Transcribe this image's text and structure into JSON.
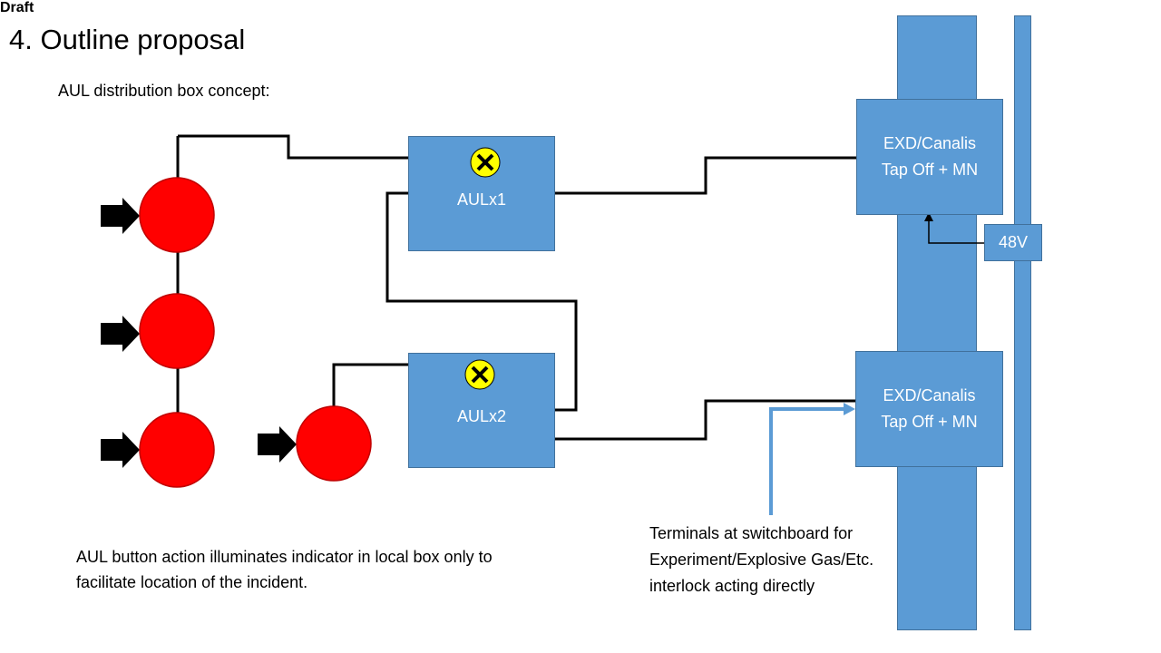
{
  "header": {
    "draft_label": "Draft",
    "title": "4. Outline proposal",
    "subtitle": "AUL distribution box concept:"
  },
  "boxes": {
    "aul1_label": "AULx1",
    "aul2_label": "AULx2",
    "tapoff_top_line1": "EXD/Canalis",
    "tapoff_top_line2": "Tap Off + MN",
    "tapoff_bottom_line1": "EXD/Canalis",
    "tapoff_bottom_line2": "Tap Off + MN",
    "supply_label": "48V"
  },
  "notes": {
    "button_action": "AUL button action illuminates indicator in local box only to facilitate location of the incident.",
    "terminals": "Terminals at switchboard for Experiment/Explosive Gas/Etc. interlock acting directly"
  },
  "colors": {
    "box_fill": "#5b9bd5",
    "button_fill": "#ff0000",
    "indicator_fill": "#ffff00",
    "wire": "#000000",
    "pointer": "#5b9bd5"
  },
  "icons": {
    "push_arrow": "right-arrow-icon",
    "indicator": "x-indicator-icon"
  }
}
